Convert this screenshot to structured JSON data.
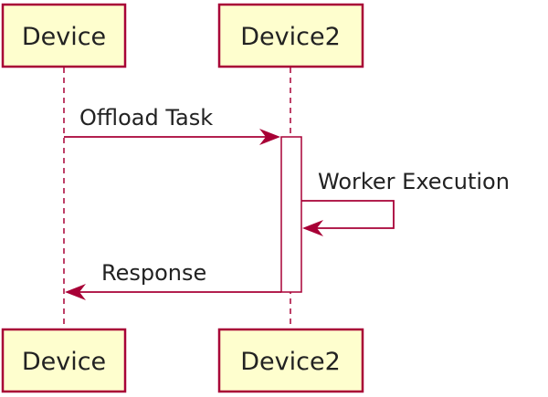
{
  "colors": {
    "participant_fill": "#fefece",
    "border": "#a80036",
    "text": "#222222",
    "background": "#ffffff"
  },
  "participants": [
    {
      "id": "device",
      "label": "Device"
    },
    {
      "id": "device2",
      "label": "Device2"
    }
  ],
  "messages": [
    {
      "from": "Device",
      "to": "Device2",
      "label": "Offload Task",
      "style": "solid"
    },
    {
      "from": "Device2",
      "to": "Device2",
      "label": "Worker Execution",
      "style": "self"
    },
    {
      "from": "Device2",
      "to": "Device",
      "label": "Response",
      "style": "solid"
    }
  ]
}
